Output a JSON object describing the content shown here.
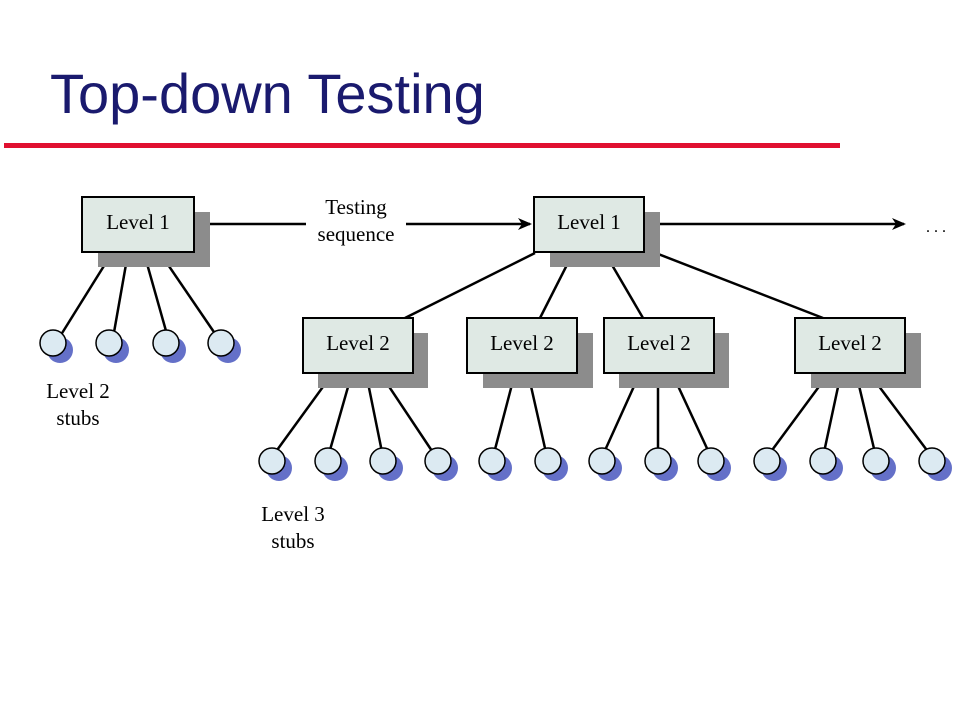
{
  "slide": {
    "title": "Top-down Testing"
  },
  "diagram": {
    "first_stage": {
      "root_label": "Level 1",
      "stubs_label_line1": "Level 2",
      "stubs_label_line2": "stubs"
    },
    "arrow": {
      "label_line1": "Testing",
      "label_line2": "sequence",
      "continuation": ". . ."
    },
    "second_stage": {
      "root_label": "Level 1",
      "children": [
        "Level 2",
        "Level 2",
        "Level 2",
        "Level 2"
      ],
      "stubs_label_line1": "Level 3",
      "stubs_label_line2": "stubs"
    },
    "colors": {
      "box_fill": "#dfe9e4",
      "box_shadow": "#8c8c8c",
      "stub_fill": "#dceaf2",
      "stub_shadow": "#6470c8",
      "title_color": "#1a1a6e",
      "rule_color": "#e01030"
    }
  }
}
